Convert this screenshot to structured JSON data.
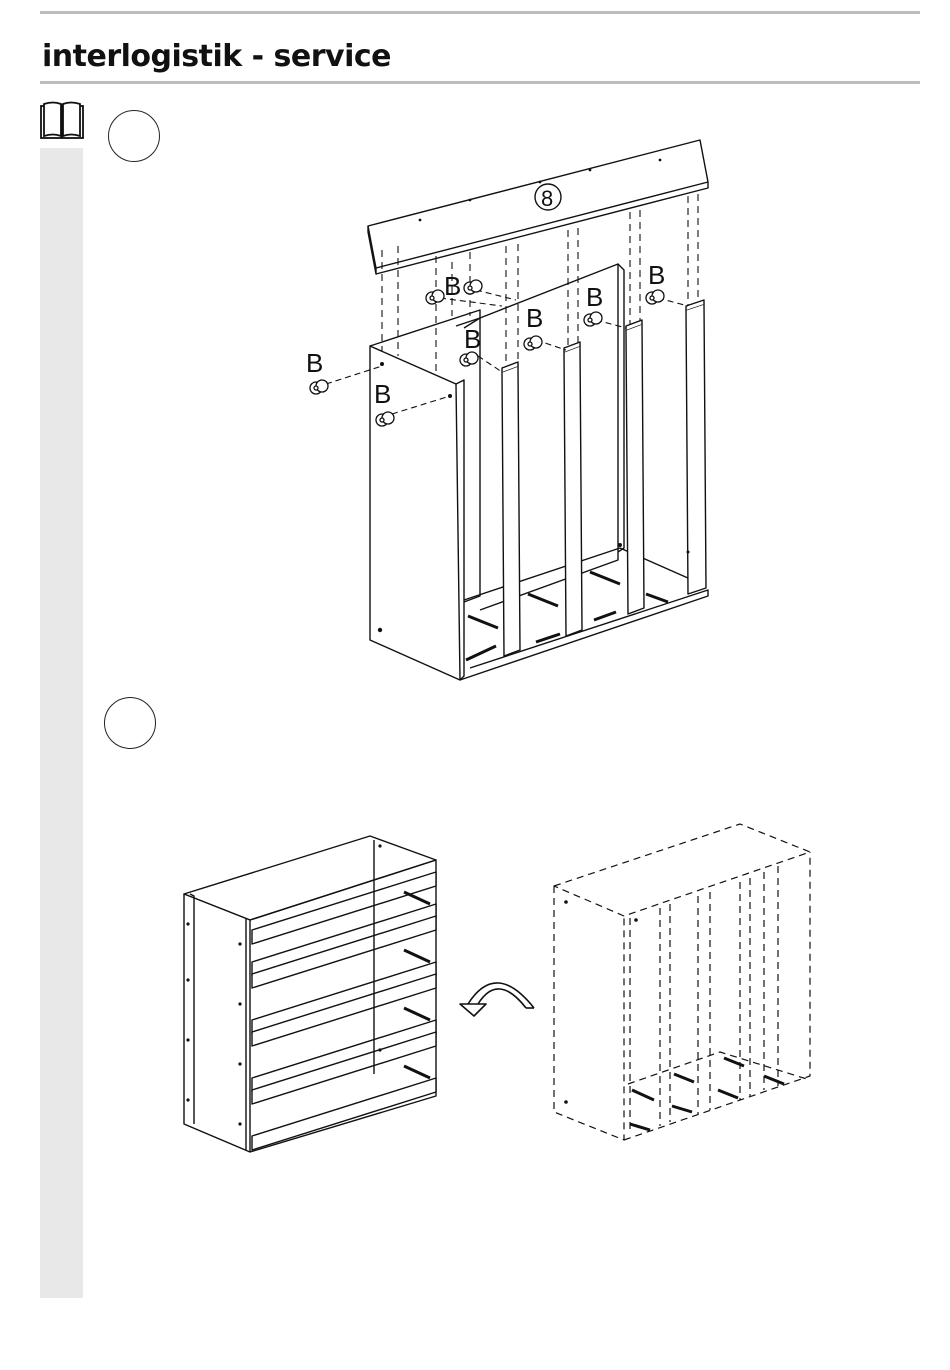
{
  "header": {
    "brand": "interlogistik - service"
  },
  "icons": {
    "manual": "open-book-icon",
    "rotate": "rotate-arrow-icon"
  },
  "step1": {
    "part_number": "8",
    "hardware_label": "B"
  }
}
